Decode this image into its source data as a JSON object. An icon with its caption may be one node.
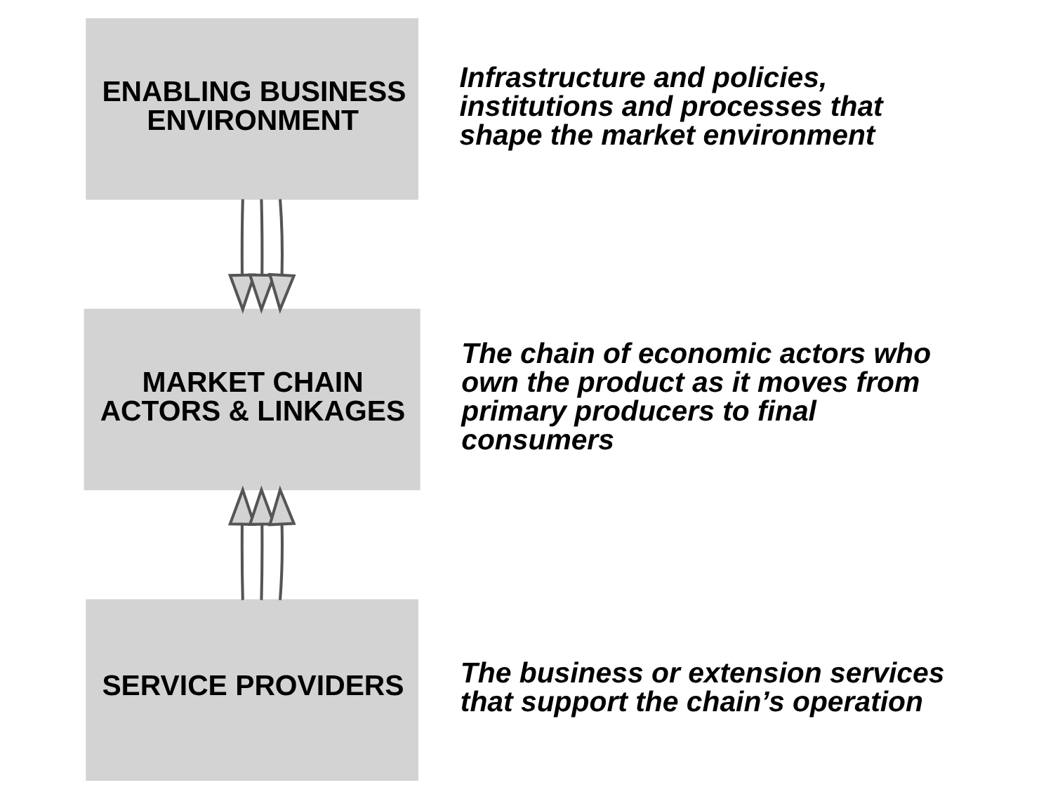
{
  "diagram": {
    "nodes": [
      {
        "text": [
          "ENABLING BUSINESS ENVIRONMENT"
        ],
        "beside": [
          "Infrastructure and policies, institutions and processes that shape the market environment"
        ]
      },
      {
        "text": [
          "MARKET CHAIN ACTORS & LINKAGES"
        ],
        "beside": [
          "The chain of economic actors who own the product as it moves from primary producers to final consumers"
        ]
      },
      {
        "text": [
          "SERVICE PROVIDERS"
        ],
        "beside": [
          "The business or extension services that support the chain’s operation"
        ]
      }
    ],
    "edges": [
      {
        "from": 0,
        "to": 1,
        "arrow": "to"
      },
      {
        "from": 0,
        "to": 1,
        "arrow": "to"
      },
      {
        "from": 0,
        "to": 1,
        "arrow": "to"
      },
      {
        "from": 2,
        "to": 1,
        "arrow": "to"
      },
      {
        "from": 2,
        "to": 1,
        "arrow": "to"
      },
      {
        "from": 2,
        "to": 1,
        "arrow": "to"
      }
    ]
  }
}
